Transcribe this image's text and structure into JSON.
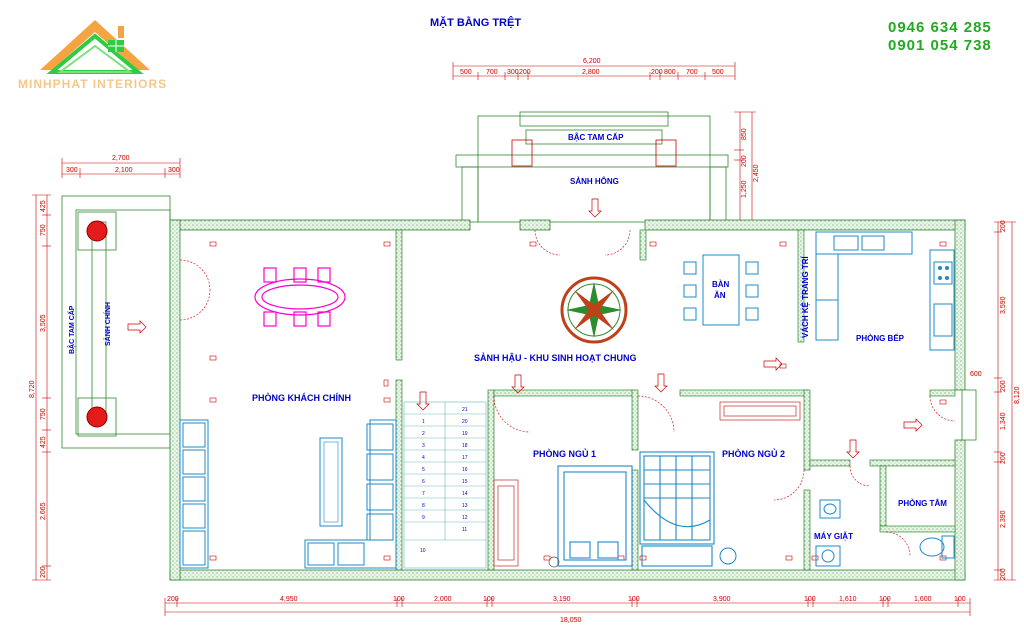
{
  "header": {
    "title": "MẶT BẰNG TRỆT",
    "phone_1": "0946 634 285",
    "phone_2": "0901 054 738",
    "brand_name": "MINHPHAT INTERIORS"
  },
  "rooms": {
    "bac_tam_cap_top": "BẬC TAM CẤP",
    "sanh_hong": "SẢNH HÔNG",
    "ban_an_1": "BÀN",
    "ban_an_2": "ĂN",
    "vach_ke": "VÁCH KỆ TRANG TRÍ",
    "phong_bep": "PHÒNG BẾP",
    "sanh_hau": "SẢNH HẬU - KHU SINH HOẠT CHUNG",
    "phong_khach": "PHÒNG KHÁCH CHÍNH",
    "phong_ngu_1": "PHÒNG NGỦ 1",
    "phong_ngu_2": "PHÒNG NGỦ 2",
    "phong_tam": "PHÒNG TẮM",
    "may_giat": "MÁY GIẶT",
    "bac_tam_cap_left": "BẬC TAM CẤP",
    "sanh_chinh": "SẢNH CHÍNH"
  },
  "dims_top": {
    "total": "6,200",
    "a": "500",
    "b": "700",
    "c": "300",
    "d": "200",
    "e": "2,800",
    "f": "200",
    "g": "800",
    "h": "700",
    "i": "500"
  },
  "dims_topleft": {
    "total": "2,700",
    "left": "300",
    "mid": "2,100",
    "right": "300"
  },
  "dims_topright": {
    "a": "850",
    "b": "200",
    "c": "2,450",
    "d": "1,250"
  },
  "dims_left": {
    "total": "8,720",
    "a": "425",
    "b": "750",
    "c": "3,505",
    "d": "750",
    "e": "425",
    "f": "2,665",
    "g": "200"
  },
  "dims_right": {
    "total": "8,120",
    "a": "200",
    "b": "3,590",
    "c": "600",
    "d": "200",
    "e": "1,340",
    "f": "200",
    "g": "2,390",
    "h": "200"
  },
  "dims_bottom": {
    "total": "18,050",
    "a": "200",
    "b": "4,950",
    "c": "100",
    "d": "2,000",
    "e": "100",
    "f": "3,190",
    "g": "100",
    "h": "3,900",
    "i": "100",
    "j": "1,610",
    "k": "100",
    "l": "1,600",
    "m": "100"
  },
  "stairs_right": [
    "21",
    "20",
    "19",
    "18",
    "17",
    "16",
    "15",
    "14",
    "13",
    "12",
    "11"
  ],
  "stairs_left": [
    "1",
    "2",
    "3",
    "4",
    "5",
    "6",
    "7",
    "8",
    "9",
    "10"
  ],
  "colors": {
    "wall": "#2e8b2e",
    "dim": "#cc0000",
    "label": "#0000cc",
    "furniture": "#1e88c8",
    "dining_table": "#ff00cc",
    "phone": "#22aa22",
    "logo_roof": "#f5a442"
  }
}
